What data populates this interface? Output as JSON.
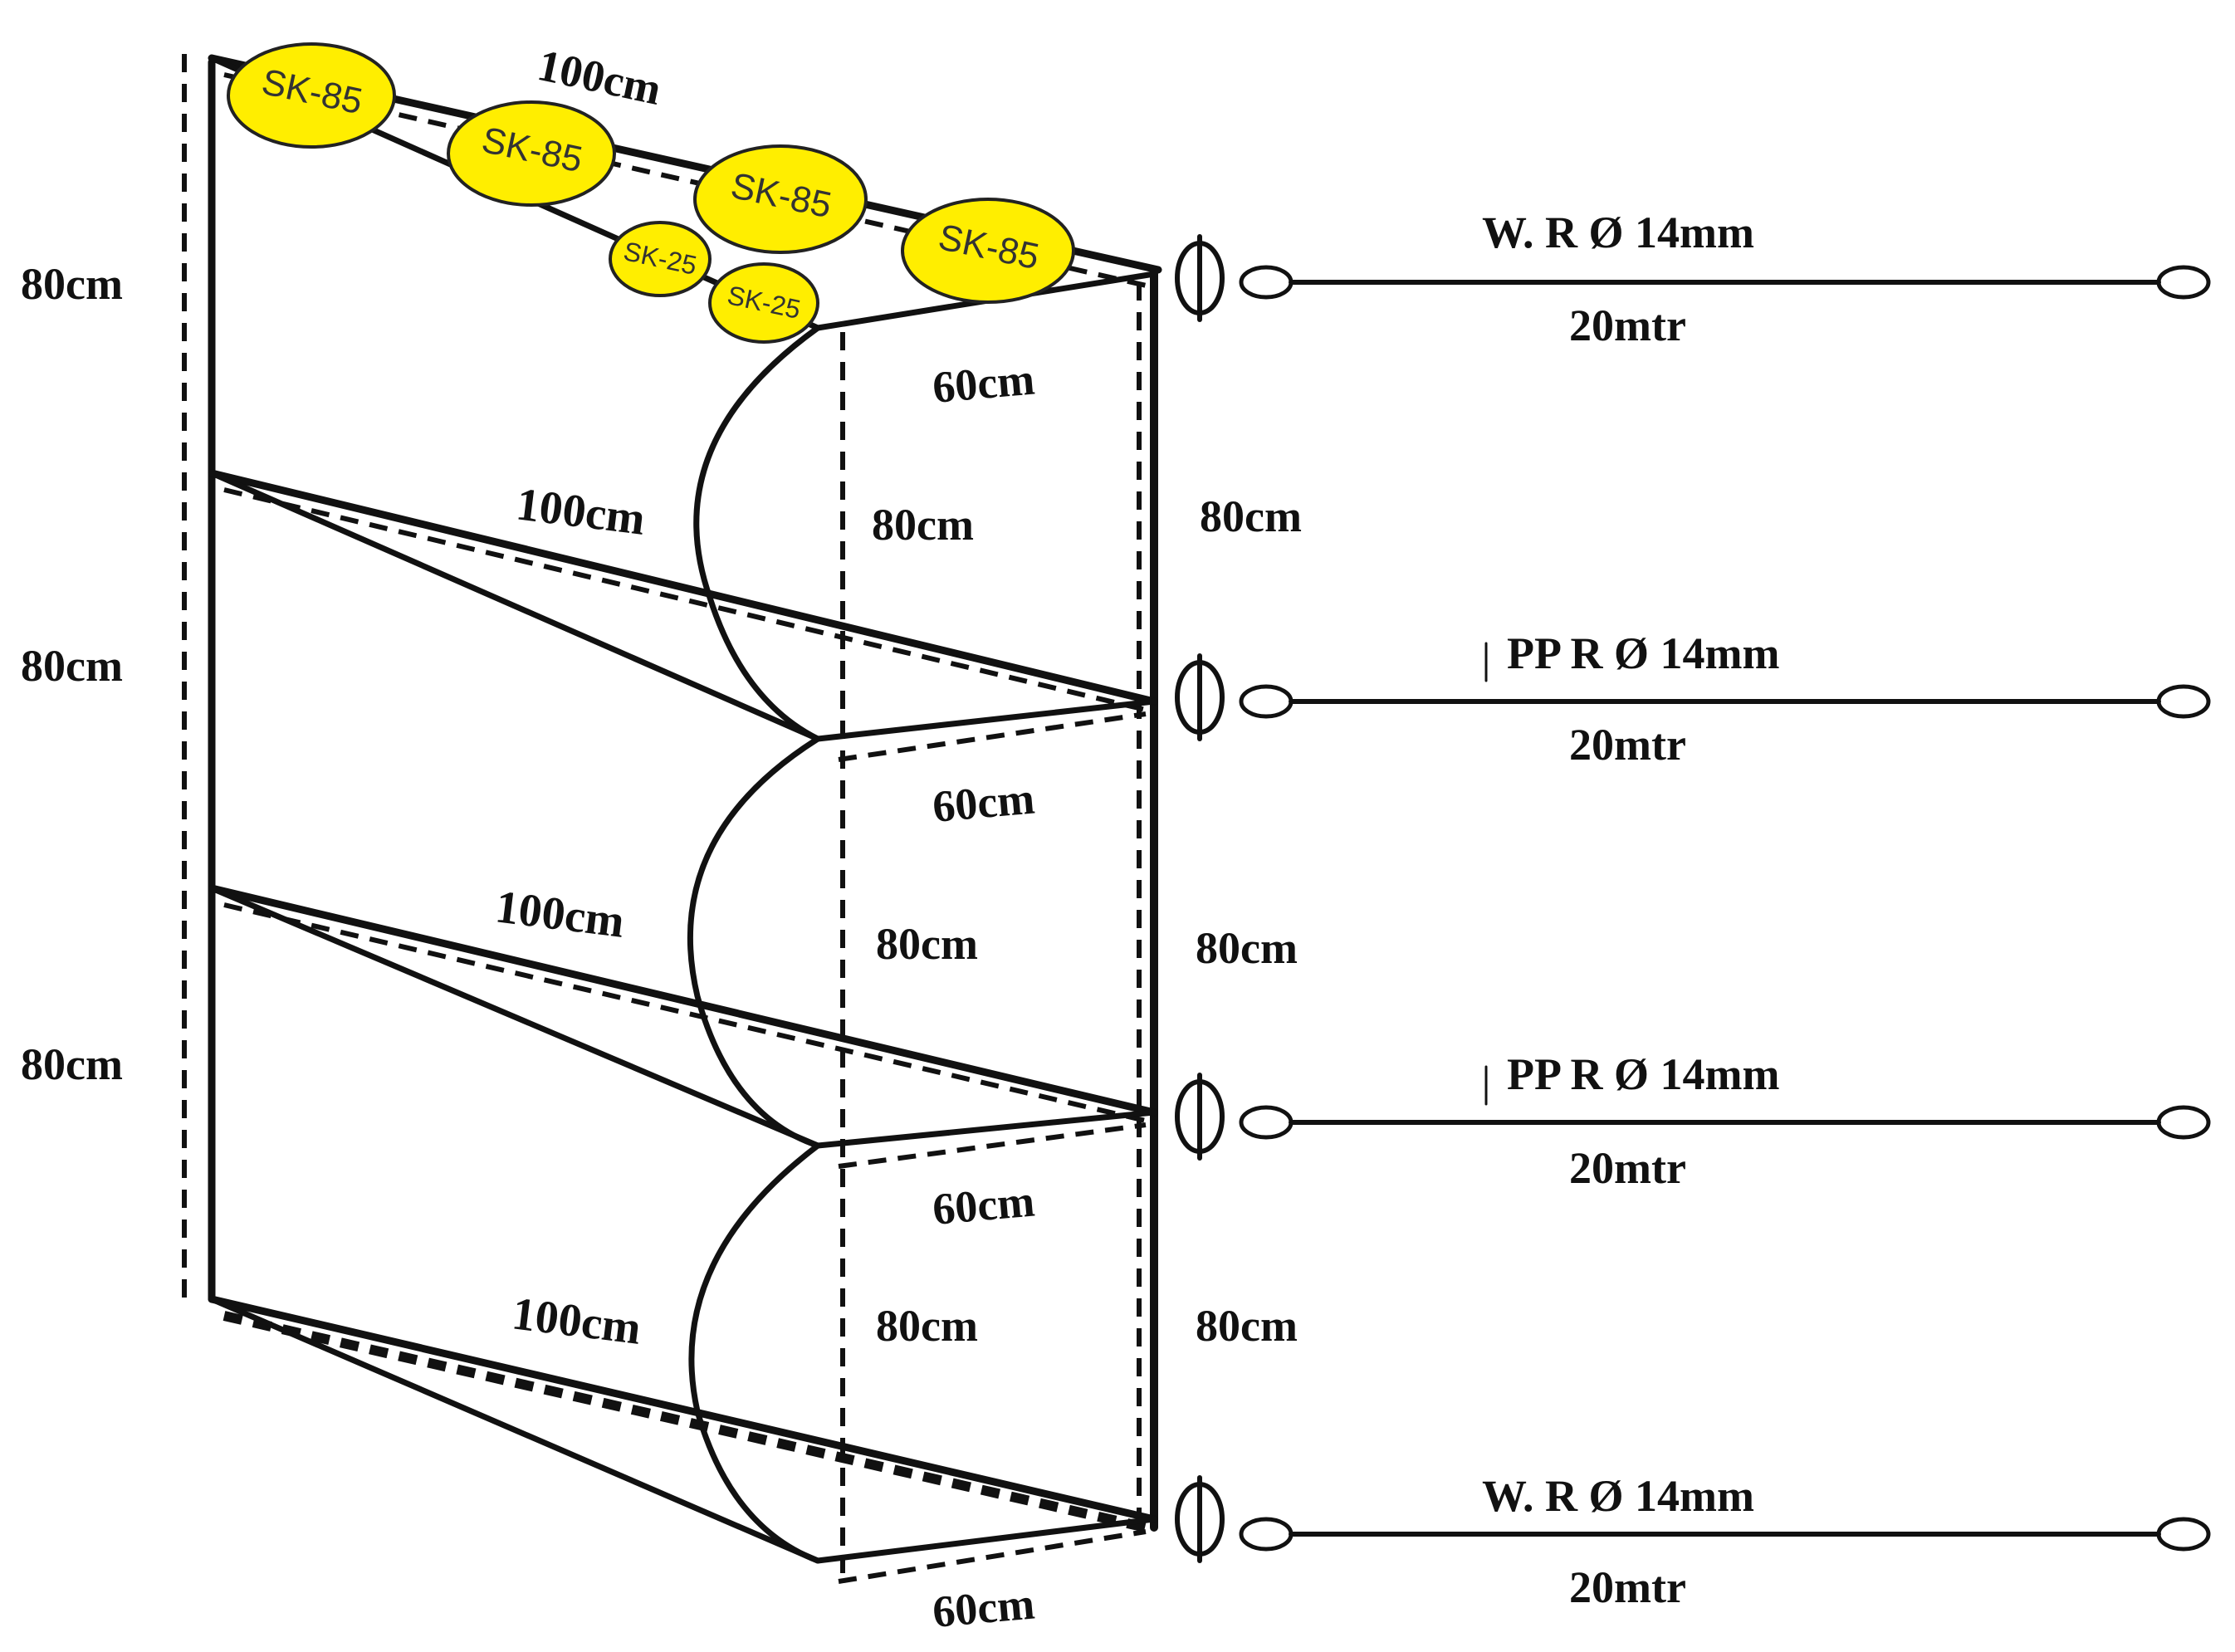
{
  "colors": {
    "line": "#111111",
    "float_fill": "#ffee00",
    "background": "#ffffff"
  },
  "floats": [
    {
      "label": "SK-85"
    },
    {
      "label": "SK-85"
    },
    {
      "label": "SK-85"
    },
    {
      "label": "SK-85"
    },
    {
      "label": "SK-25"
    },
    {
      "label": "SK-25"
    }
  ],
  "left_heights": [
    "80cm",
    "80cm",
    "80cm"
  ],
  "top_width": "100cm",
  "diagonal_lengths": [
    "100cm",
    "100cm",
    "100cm"
  ],
  "depth_labels": [
    "60cm",
    "60cm",
    "60cm",
    "60cm"
  ],
  "inner_heights": [
    "80cm",
    "80cm",
    "80cm"
  ],
  "right_heights": [
    "80cm",
    "80cm",
    "80cm"
  ],
  "ropes": [
    {
      "type": "W. R Ø 14mm",
      "length": "20mtr"
    },
    {
      "type": "PP R Ø 14mm",
      "length": "20mtr"
    },
    {
      "type": "PP R Ø 14mm",
      "length": "20mtr"
    },
    {
      "type": "W. R Ø 14mm",
      "length": "20mtr"
    }
  ]
}
